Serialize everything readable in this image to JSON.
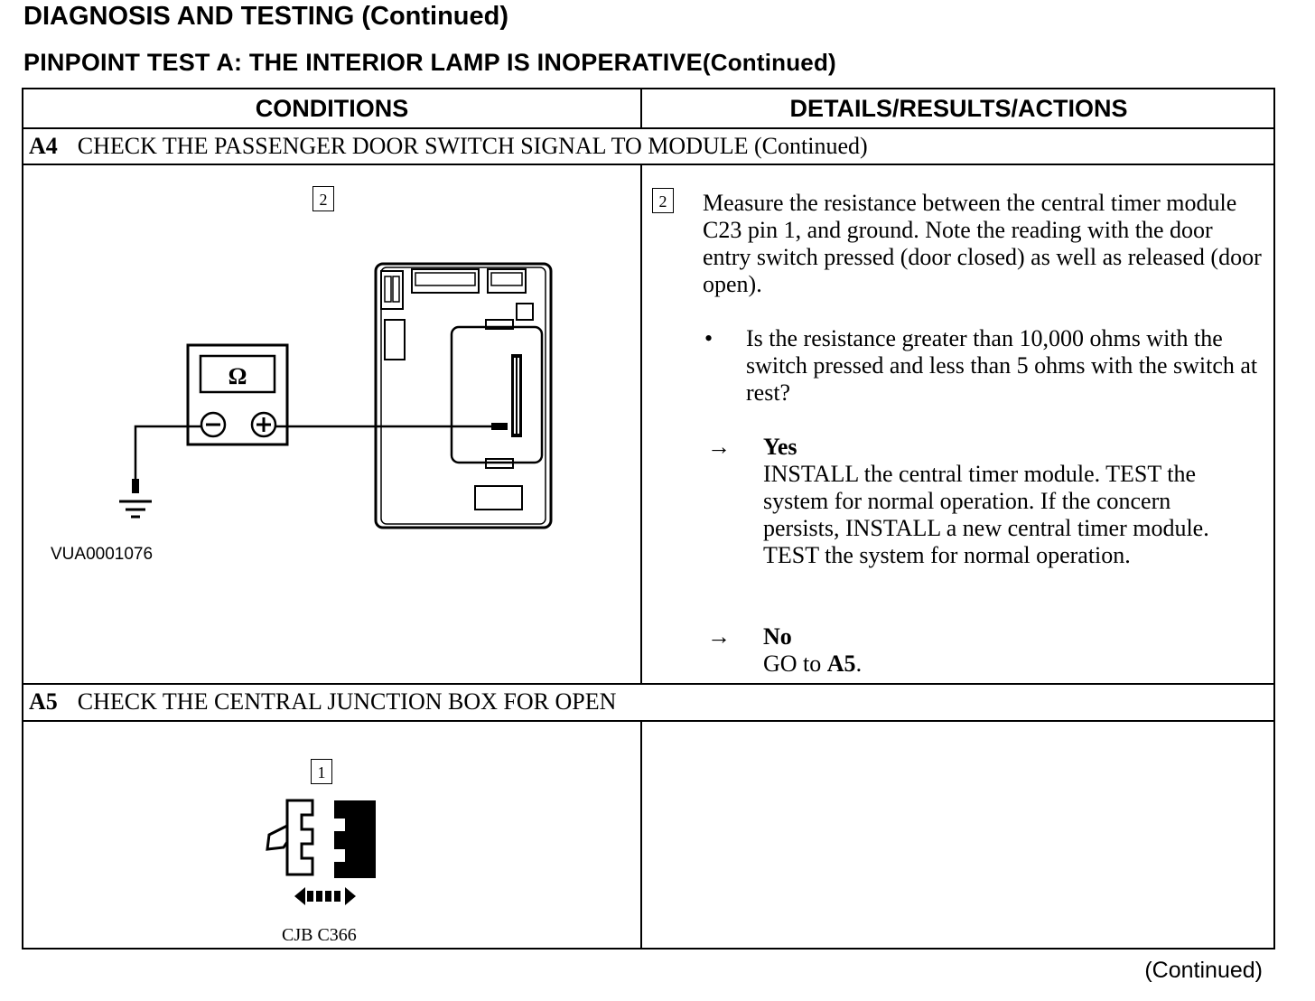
{
  "header": {
    "title": "DIAGNOSIS AND TESTING (Continued)",
    "subtitle": "PINPOINT TEST A:  THE INTERIOR LAMP IS INOPERATIVE",
    "subtitle_cont": "(Continued)"
  },
  "table": {
    "col_conditions": "CONDITIONS",
    "col_details": "DETAILS/RESULTS/ACTIONS",
    "step_a4": {
      "id": "A4",
      "title": "CHECK THE PASSENGER DOOR SWITCH SIGNAL TO MODULE (Continued)"
    },
    "step_a5": {
      "id": "A5",
      "title": "CHECK THE CENTRAL JUNCTION BOX FOR OPEN"
    }
  },
  "a4": {
    "figure_step": "2",
    "meter_symbol": "Ω",
    "figure_id": "VUA0001076",
    "detail_step": "2",
    "instruction": "Measure the resistance between the central timer module C23 pin 1, and ground. Note the reading with the door entry switch pressed (door closed) as well as released (door open).",
    "bullet_symbol": "•",
    "question": "Is the resistance greater than 10,000 ohms with the switch pressed and less than 5 ohms with the switch at rest?",
    "arrow_symbol": "→",
    "yes_label": "Yes",
    "yes_text": "INSTALL the central timer module. TEST the system for normal operation. If the concern persists, INSTALL a new central timer module. TEST the system for normal operation.",
    "no_label": "No",
    "no_text_prefix": "GO to ",
    "no_text_target": "A5",
    "no_text_suffix": "."
  },
  "a5": {
    "figure_step": "1",
    "connector_label": "CJB C366"
  },
  "footer": {
    "continued": "(Continued)"
  }
}
